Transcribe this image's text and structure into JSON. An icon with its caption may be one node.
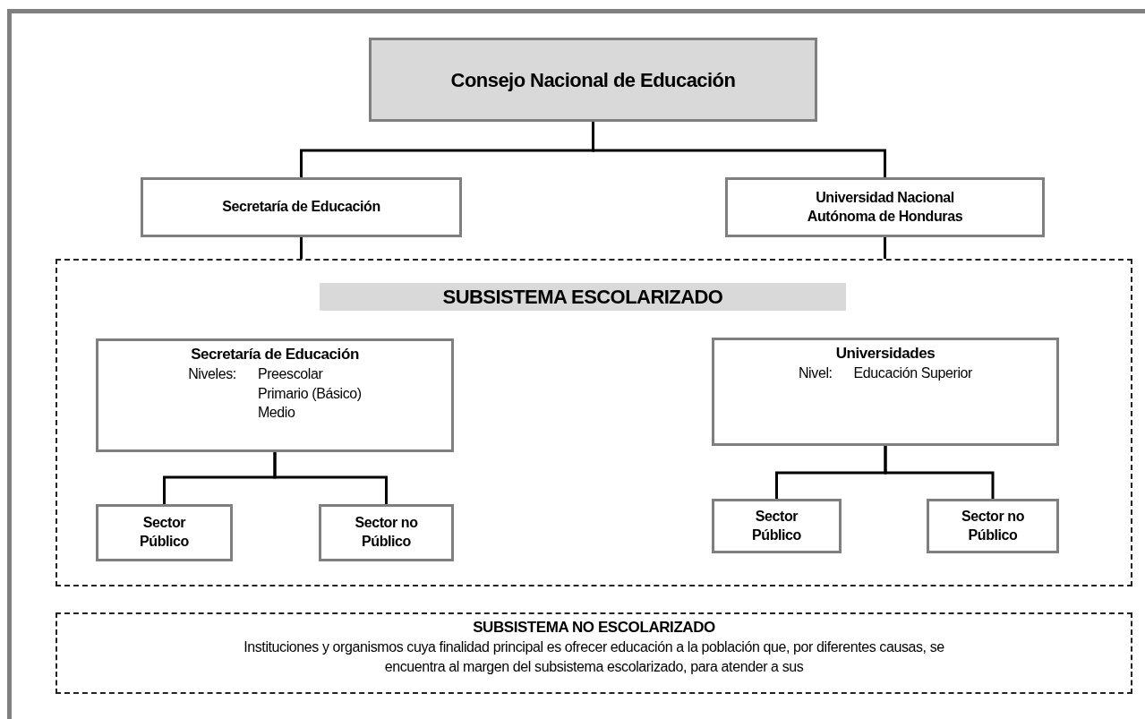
{
  "diagram": {
    "nodes": [
      {
        "text": [
          "Consejo Nacional de Educación"
        ]
      },
      {
        "text": [
          "Secretaría de Educación"
        ]
      },
      {
        "text": [
          "Universidad Nacional Autónoma de Honduras"
        ]
      },
      {
        "text": [
          "SUBSISTEMA ESCOLARIZADO"
        ]
      },
      {
        "text": [
          "Secretaría de Educación",
          "Niveles:",
          "Preescolar",
          "Primario (Básico)",
          "Medio"
        ],
        "in": 3
      },
      {
        "text": [
          "Sector Público"
        ],
        "in": 3
      },
      {
        "text": [
          "Sector no Público"
        ],
        "in": 3
      },
      {
        "text": [
          "Universidades",
          "Nivel:",
          "Educación Superior"
        ],
        "in": 3
      },
      {
        "text": [
          "Sector Público"
        ],
        "in": 3
      },
      {
        "text": [
          "Sector no Público"
        ],
        "in": 3
      },
      {
        "text": [
          "SUBSISTEMA NO ESCOLARIZADO",
          "Instituciones y organismos cuya finalidad principal es ofrecer educación a la población que, por diferentes causas, se encuentra al margen del subsistema escolarizado, para atender a sus"
        ]
      }
    ],
    "edges": [
      {
        "from": 0,
        "to": 1,
        "arrow": "none"
      },
      {
        "from": 0,
        "to": 2,
        "arrow": "none"
      },
      {
        "from": 1,
        "to": 3,
        "arrow": "none"
      },
      {
        "from": 2,
        "to": 3,
        "arrow": "none"
      },
      {
        "from": 4,
        "to": 5,
        "arrow": "none"
      },
      {
        "from": 4,
        "to": 6,
        "arrow": "none"
      },
      {
        "from": 7,
        "to": 8,
        "arrow": "none"
      },
      {
        "from": 7,
        "to": 9,
        "arrow": "none"
      }
    ]
  }
}
